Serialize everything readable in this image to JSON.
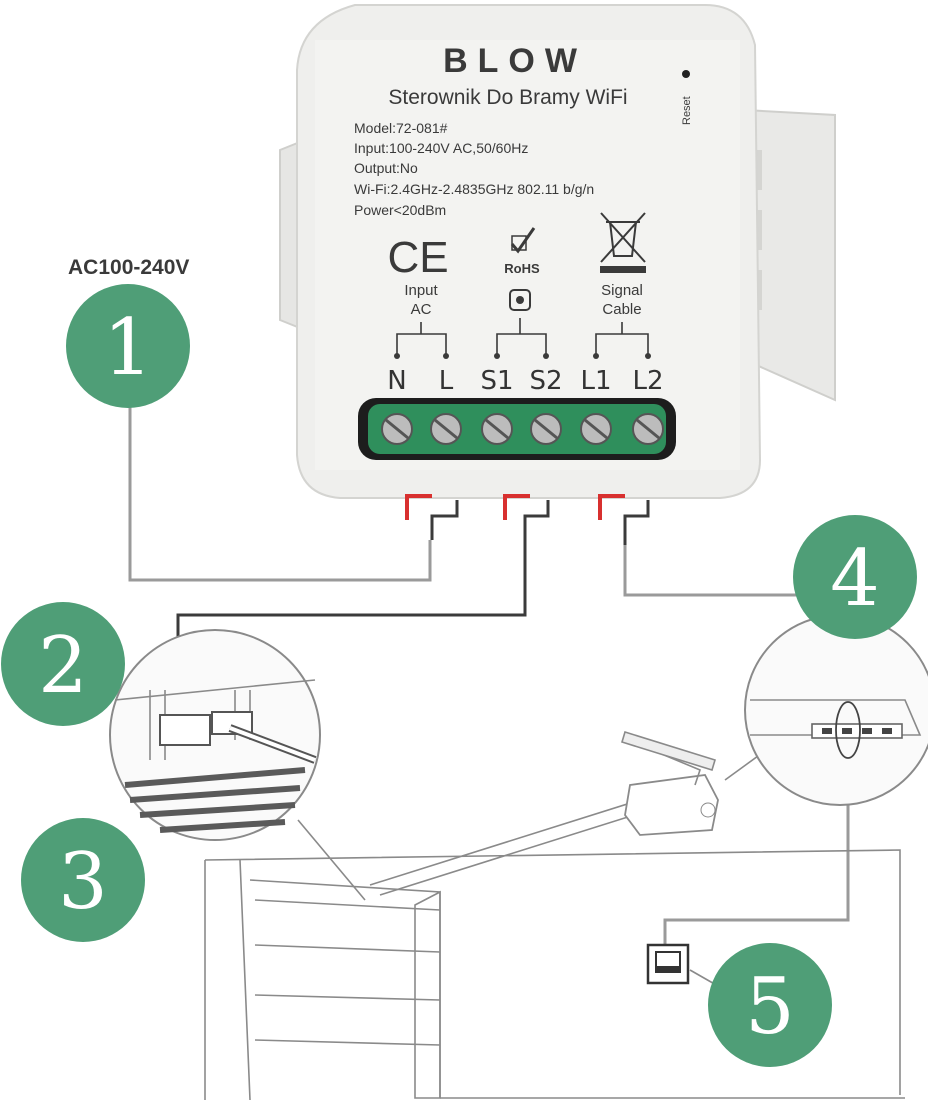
{
  "device": {
    "brand": "BLOW",
    "title": "Sterownik Do Bramy WiFi",
    "reset_label": "Reset",
    "specs": [
      "Model:72-081#",
      "Input:100-240V AC,50/60Hz",
      "Output:No",
      "Wi-Fi:2.4GHz-2.4835GHz 802.11 b/g/n",
      "Power<20dBm"
    ],
    "marks": {
      "ce": "CE",
      "rohs": "RoHS"
    },
    "groups": [
      {
        "label_line1": "Input",
        "label_line2": "AC"
      },
      {
        "label_line1": "",
        "label_line2": ""
      },
      {
        "label_line1": "Signal",
        "label_line2": "Cable"
      }
    ],
    "terminals": [
      "N",
      "L",
      "S1",
      "S2",
      "L1",
      "L2"
    ]
  },
  "voltage_label": "AC100-240V",
  "badges": [
    "1",
    "2",
    "3",
    "4",
    "5"
  ],
  "colors": {
    "badge": "#4f9e77",
    "terminal_block": "#2f8f5c",
    "wire_red": "#d8302f",
    "housing": "#efefed"
  }
}
